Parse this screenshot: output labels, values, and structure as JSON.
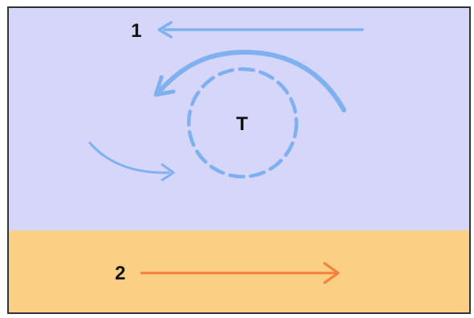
{
  "labels": {
    "upper_arrow": "1",
    "center": "T",
    "lower_arrow": "2"
  },
  "colors": {
    "upper_region": "#d6d6fb",
    "lower_region": "#fbd084",
    "frame": "#333333",
    "upper_arrows": "#7fb0f0",
    "lower_arrow": "#f77f3a",
    "text": "#111111"
  }
}
